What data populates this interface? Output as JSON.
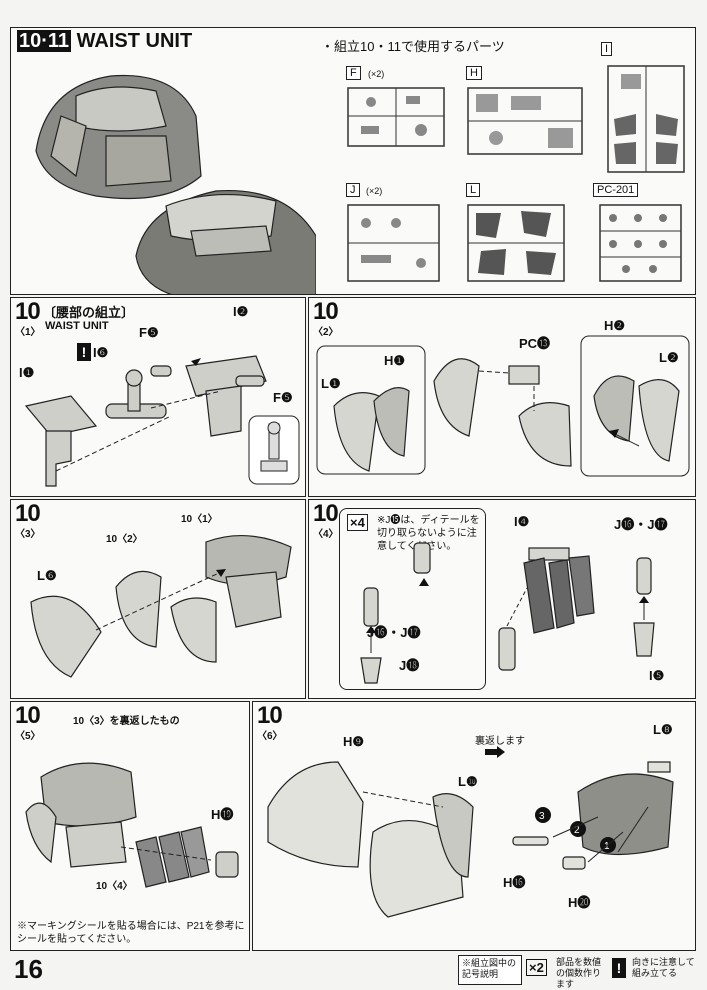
{
  "header": {
    "step_prefix": "10·11",
    "title": "WAIST UNIT",
    "parts_used_label": "・組立10・11で使用するパーツ"
  },
  "runners": [
    {
      "id": "F",
      "qty": "(×2)"
    },
    {
      "id": "H",
      "qty": ""
    },
    {
      "id": "I",
      "qty": ""
    },
    {
      "id": "J",
      "qty": "(×2)"
    },
    {
      "id": "L",
      "qty": ""
    },
    {
      "id": "PC-201",
      "qty": ""
    }
  ],
  "step10_1": {
    "num": "10",
    "sub": "〈1〉",
    "title": "〔腰部の組立〕",
    "subtitle": "WAIST UNIT",
    "labels": [
      "I❷",
      "F❺",
      "I❻",
      "I❶",
      "F❺"
    ]
  },
  "step10_2": {
    "num": "10",
    "sub": "〈2〉",
    "labels": [
      "H❷",
      "PC⓭",
      "L❷",
      "L❶",
      "H❶"
    ]
  },
  "step10_3": {
    "num": "10",
    "sub": "〈3〉",
    "labels": [
      "L❻",
      "10〈2〉",
      "10〈1〉"
    ]
  },
  "step10_4": {
    "num": "10",
    "sub": "〈4〉",
    "multiplier": "×4",
    "callout": "※J⓯は、ディテールを切り取らないように注意してください。",
    "labels": [
      "I❹",
      "J⓰・J⓱",
      "J⓰・J⓱",
      "J⓲",
      "I❺"
    ]
  },
  "step10_5": {
    "num": "10",
    "sub": "〈5〉",
    "flip_note": "10〈3〉を裏返したもの",
    "labels": [
      "H⓳",
      "10〈4〉"
    ],
    "footnote": "※マーキングシールを貼る場合には、P21を参考にシールを貼ってください。"
  },
  "step10_6": {
    "num": "10",
    "sub": "〈6〉",
    "flip_label": "裏返します",
    "labels": [
      "H❾",
      "L❿",
      "L❽",
      "H⓰",
      "H⓴"
    ]
  },
  "footer": {
    "page_number": "16",
    "legend_title": "※組立図中の記号説明",
    "legend_x2": "×2",
    "legend_x2_text": "部品を数値の個数作ります",
    "legend_excl": "!",
    "legend_excl_text": "向きに注意して組み立てる"
  }
}
